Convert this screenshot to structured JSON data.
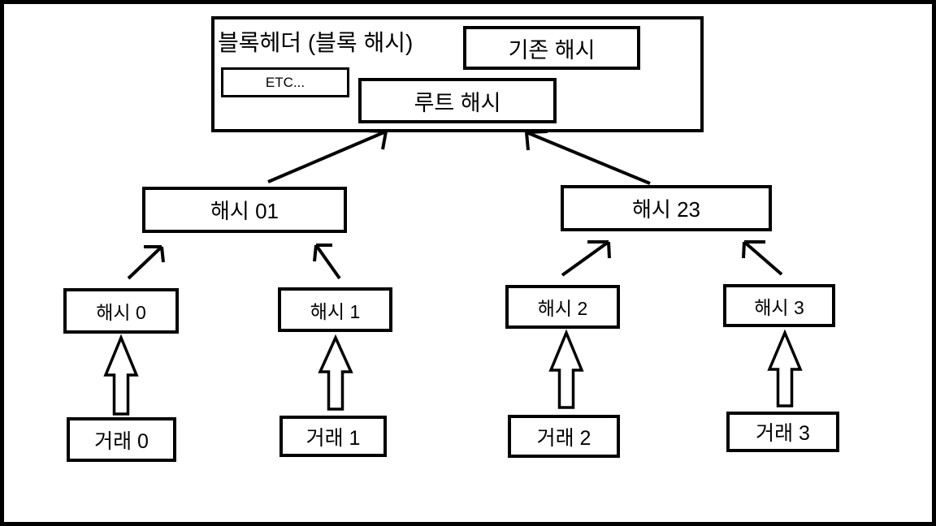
{
  "diagram": {
    "type": "merkle-tree-block-diagram",
    "background_color": "#ffffff",
    "line_color": "#000000",
    "block_header": {
      "title": "블록헤더 (블록 해시)",
      "prev_hash_label": "기존 해시",
      "etc_label": "ETC...",
      "root_hash_label": "루트 해시"
    },
    "level1": [
      {
        "label": "해시 01"
      },
      {
        "label": "해시 23"
      }
    ],
    "level2": [
      {
        "label": "해시 0"
      },
      {
        "label": "해시 1"
      },
      {
        "label": "해시 2"
      },
      {
        "label": "해시 3"
      }
    ],
    "transactions": [
      {
        "label": "거래 0"
      },
      {
        "label": "거래 1"
      },
      {
        "label": "거래 2"
      },
      {
        "label": "거래 3"
      }
    ]
  }
}
